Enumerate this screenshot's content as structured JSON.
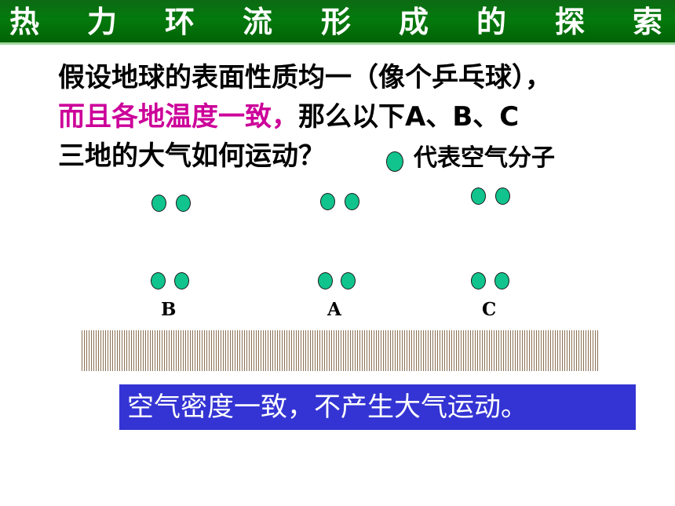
{
  "title": {
    "chars": [
      "热",
      "力",
      "环",
      "流",
      "形",
      "成",
      "的",
      "探",
      "索"
    ],
    "colors": {
      "bar": "#047a0c",
      "text": "#ffffff"
    }
  },
  "question": {
    "line1": "假设地球的表面性质均一（像个乒乓球），",
    "line2_highlight": "而且各地温度一致，",
    "line2_rest": "那么以下A、B、C",
    "line3": "三地的大气如何运动？"
  },
  "legend": {
    "text": "代表空气分子",
    "molecule_color": "#11c48d"
  },
  "sites": [
    {
      "label": "B"
    },
    {
      "label": "A"
    },
    {
      "label": "C"
    }
  ],
  "answer": {
    "text": "空气密度一致，不产生大气运动。",
    "background": "#3434d4"
  }
}
